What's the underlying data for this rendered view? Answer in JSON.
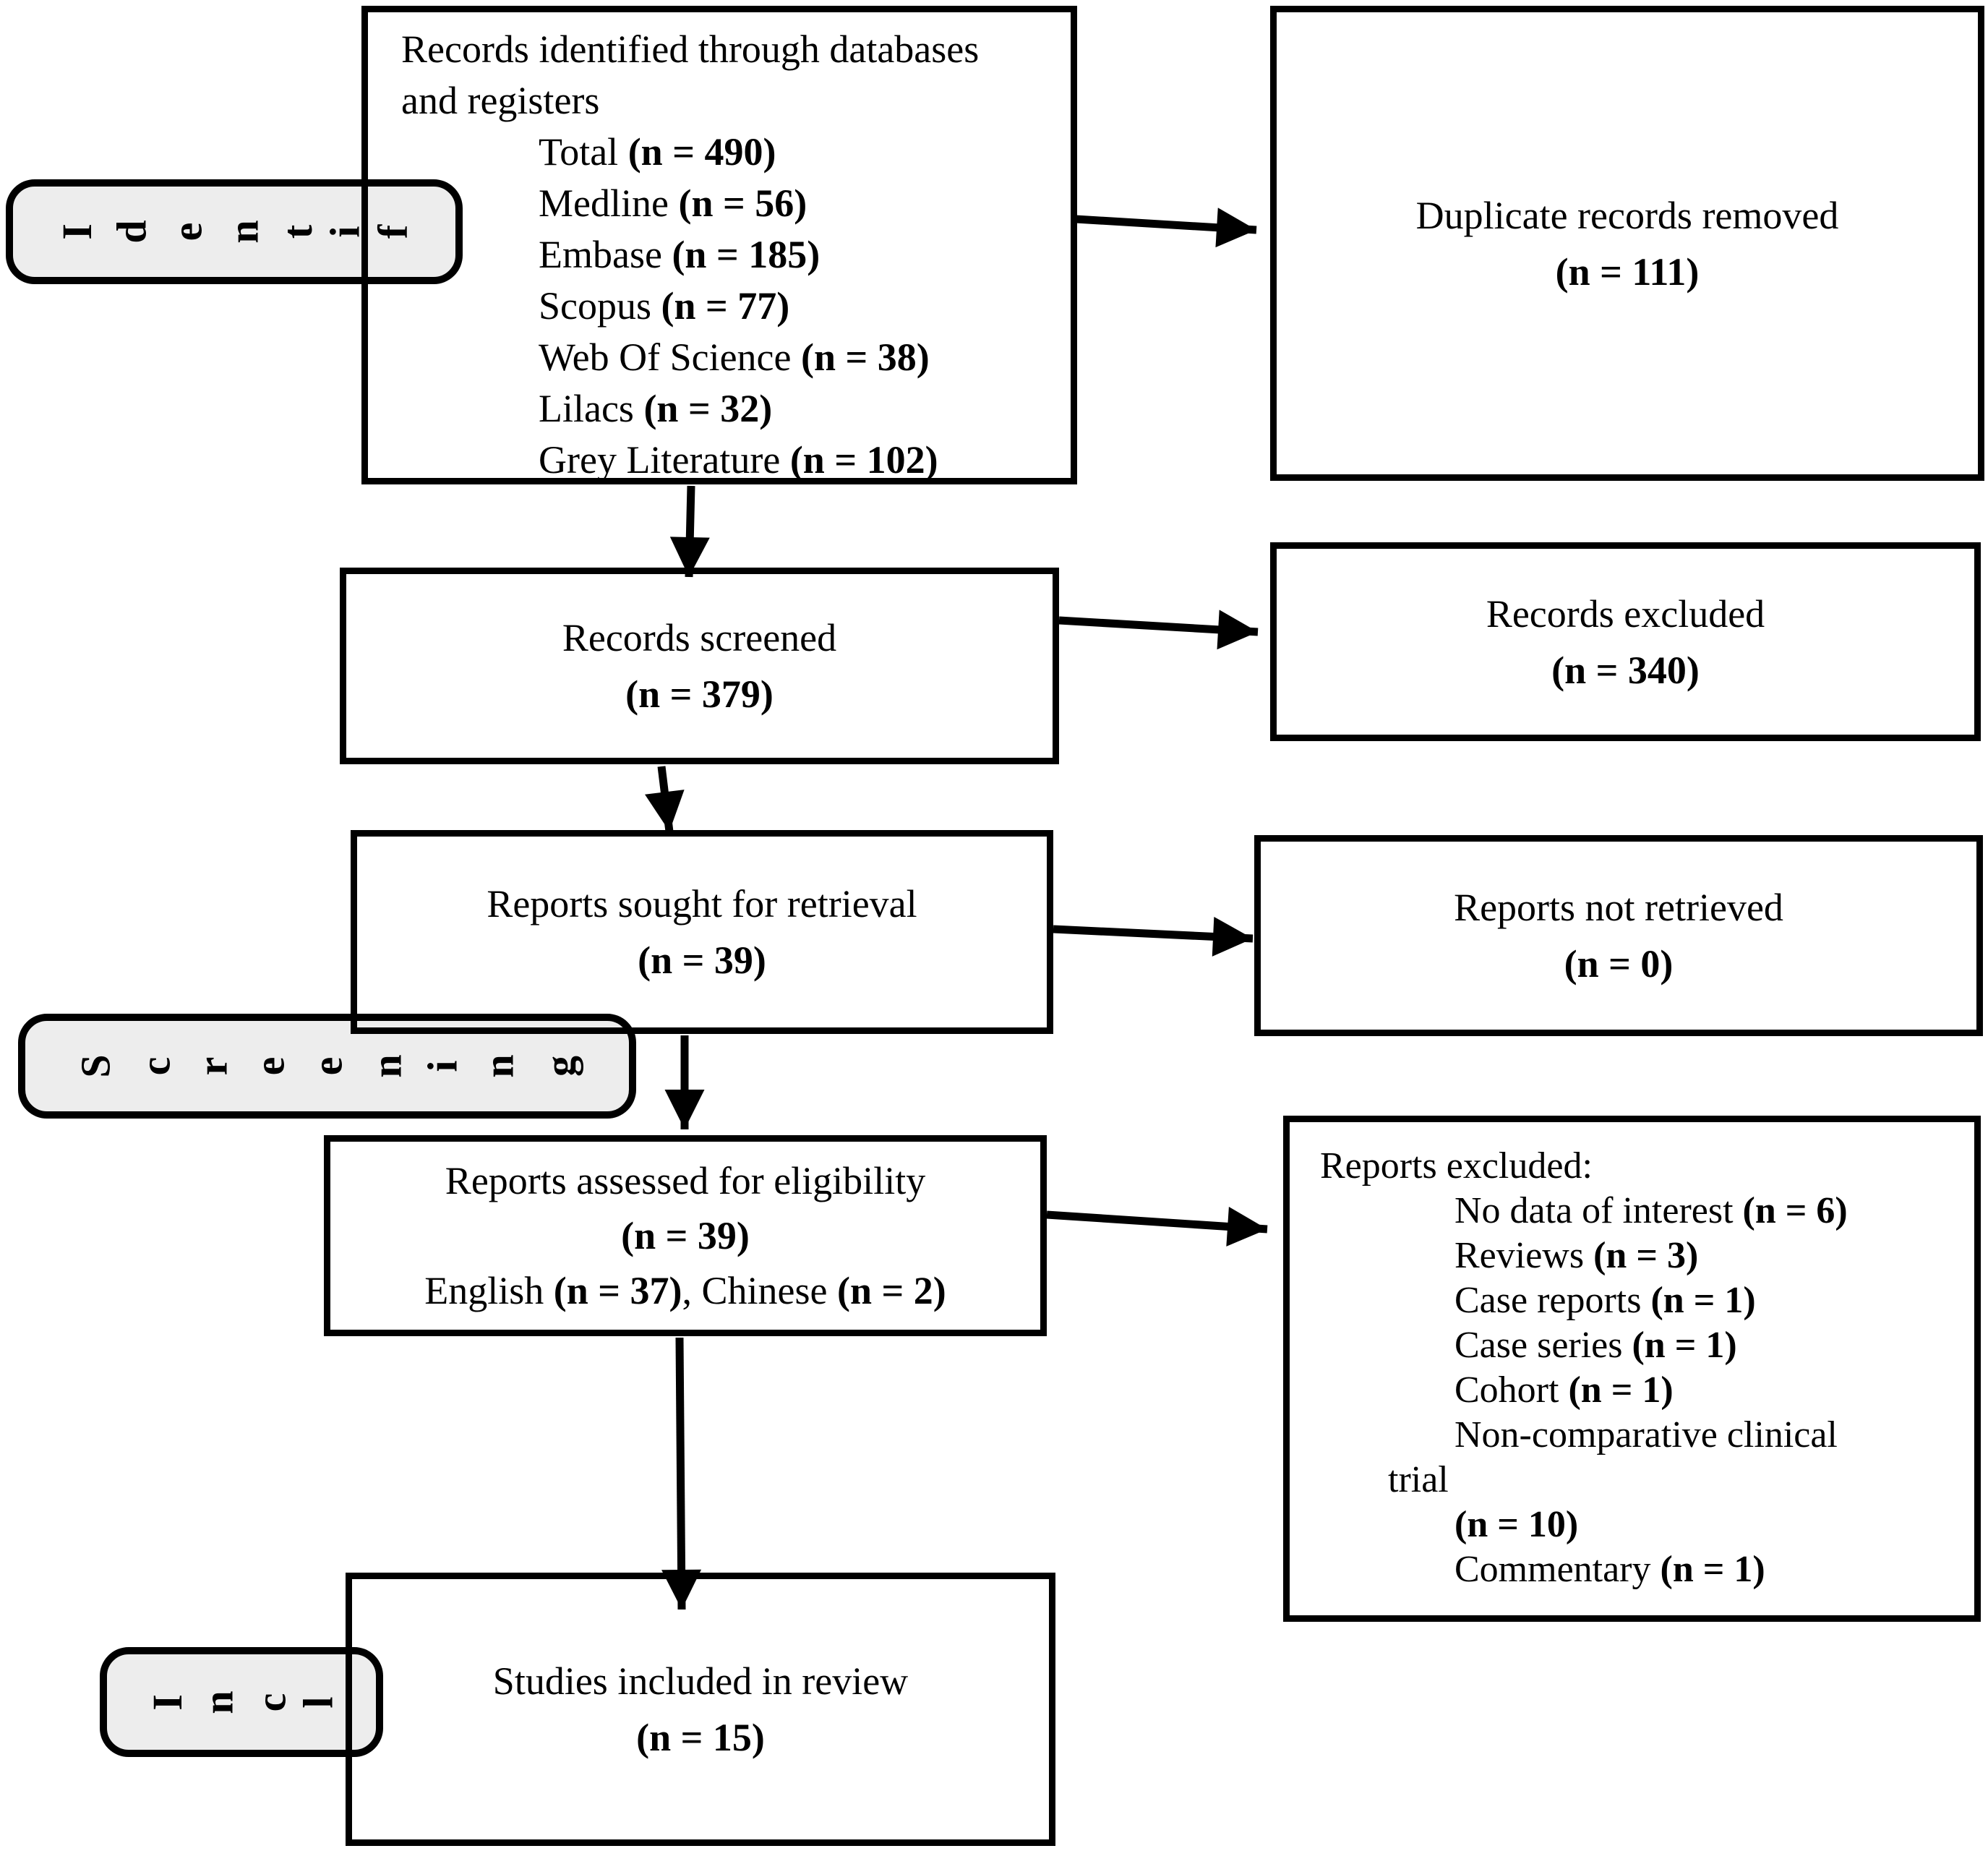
{
  "side_labels": {
    "identification": "Identif",
    "screening": "Screening",
    "included": "Incl"
  },
  "boxes": {
    "identified": {
      "title_line1": "Records identified through databases",
      "title_line2": "and registers",
      "items": [
        "Total (n = 490)",
        "Medline (n = 56)",
        "Embase (n = 185)",
        "Scopus (n = 77)",
        "Web Of Science (n = 38)",
        "Lilacs (n = 32)",
        "Grey Literature (n = 102)"
      ]
    },
    "duplicates_removed": {
      "line1": "Duplicate records removed",
      "line2": "(n = 111)"
    },
    "records_screened": {
      "line1": "Records screened",
      "line2": "(n = 379)"
    },
    "records_excluded": {
      "line1": "Records excluded",
      "line2": "(n = 340)"
    },
    "reports_sought": {
      "line1": "Reports sought for retrieval",
      "line2": "(n = 39)"
    },
    "reports_not_retrieved": {
      "line1": "Reports not retrieved",
      "line2": "(n = 0)"
    },
    "reports_assessed": {
      "line1": "Reports assessed for eligibility",
      "line2": "(n = 39)",
      "line3": "English (n = 37), Chinese (n = 2)"
    },
    "reports_excluded": {
      "header": "Reports excluded:",
      "items": [
        "No data of interest (n = 6)",
        "Reviews (n = 3)",
        "Case reports (n = 1)",
        "Case series (n = 1)",
        "Cohort (n = 1)",
        "Non-comparative clinical",
        "trial",
        "(n = 10)",
        "Commentary (n = 1)"
      ]
    },
    "studies_included": {
      "line1": "Studies included in review",
      "line2": "(n = 15)"
    }
  },
  "colors": {
    "label_fill": "#ededed",
    "line": "#000000"
  }
}
